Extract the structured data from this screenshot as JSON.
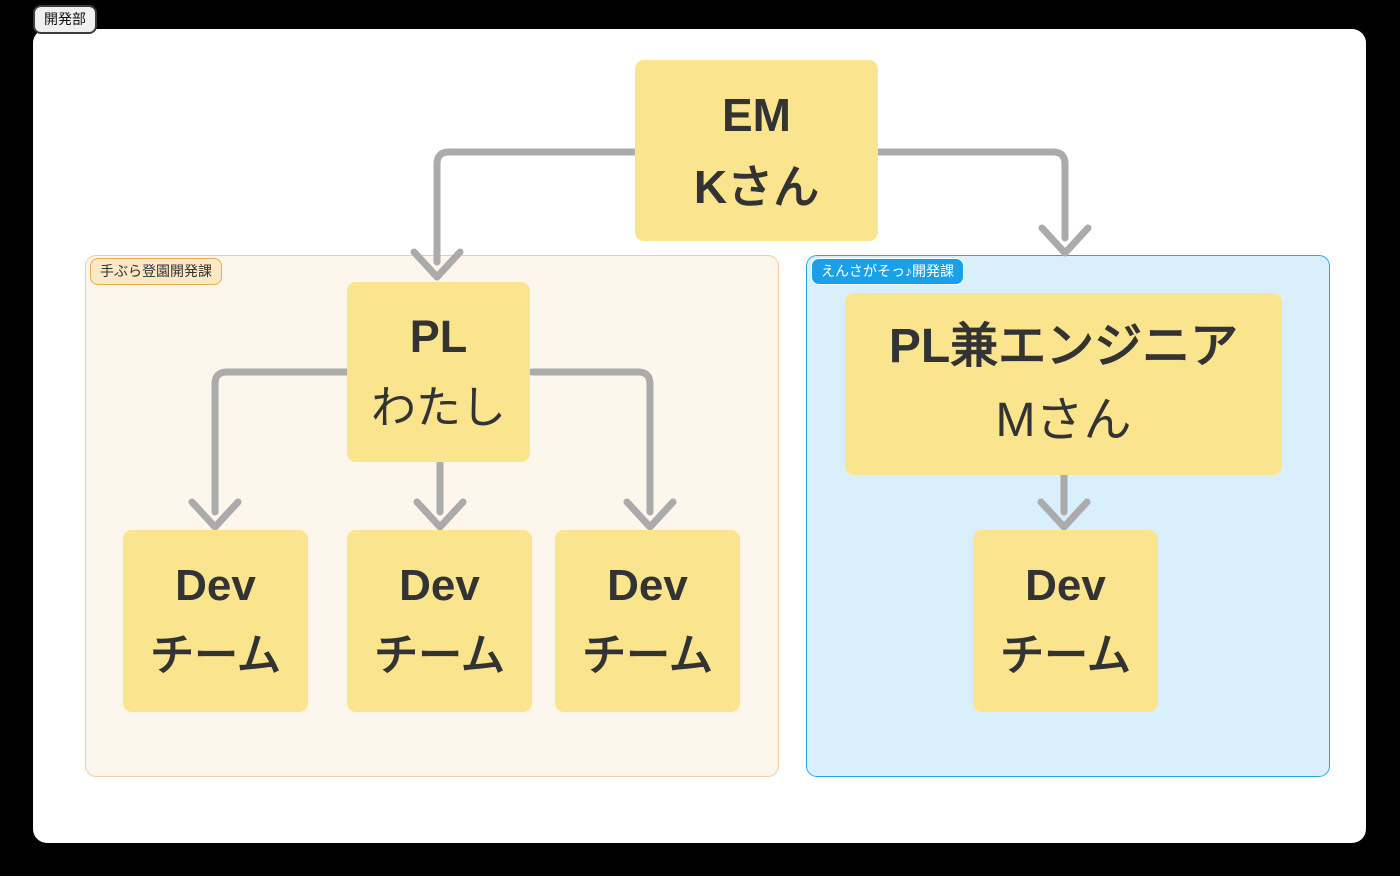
{
  "diagram": {
    "department_label": "開発部",
    "groups": {
      "left": {
        "label": "手ぶら登園開発課"
      },
      "right": {
        "label": "えんさがそっ♪開発課"
      }
    },
    "nodes": {
      "em": {
        "role": "EM",
        "person": "Kさん"
      },
      "pl_left": {
        "role": "PL",
        "person": "わたし"
      },
      "pl_right": {
        "role": "PL兼エンジニア",
        "person": "Mさん"
      },
      "dev_teams_left": [
        {
          "line1": "Dev",
          "line2": "チーム"
        },
        {
          "line1": "Dev",
          "line2": "チーム"
        },
        {
          "line1": "Dev",
          "line2": "チーム"
        }
      ],
      "dev_team_right": {
        "line1": "Dev",
        "line2": "チーム"
      }
    },
    "edges": [
      {
        "from": "EM Kさん",
        "to": "PL わたし"
      },
      {
        "from": "EM Kさん",
        "to": "えんさがそっ♪開発課"
      },
      {
        "from": "PL わたし",
        "to": "Dev チーム 1"
      },
      {
        "from": "PL わたし",
        "to": "Dev チーム 2"
      },
      {
        "from": "PL わたし",
        "to": "Dev チーム 3"
      },
      {
        "from": "PL兼エンジニア Mさん",
        "to": "Dev チーム 4"
      }
    ],
    "colors": {
      "node_fill": "#FBE48E",
      "node_text": "#333333",
      "arrow": "#ABABAB",
      "left_group_fill": "#FDF6EC",
      "left_group_border": "#F0CD9B",
      "left_badge_fill": "#FBE9C6",
      "left_badge_border": "#E8A94F",
      "right_group_fill": "#D9F0FC",
      "right_group_border": "#2AA7E0",
      "right_badge_fill": "#19A0E9",
      "right_badge_text": "#FFFFFF"
    }
  }
}
